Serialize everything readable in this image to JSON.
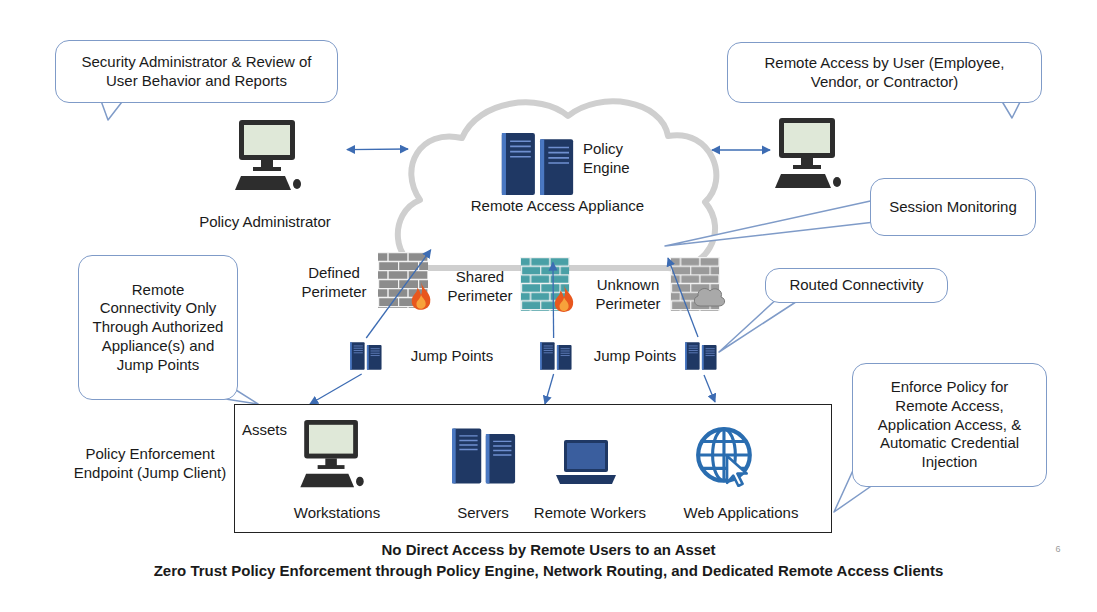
{
  "diagram": {
    "nodes": [
      {
        "text": [
          "Security Administrator & Review of User Behavior and Reports"
        ]
      },
      {
        "text": [
          "Policy Administrator"
        ]
      },
      {
        "text": [
          "Policy Engine",
          "Remote Access Appliance"
        ]
      },
      {
        "text": [
          "Remote Access by User (Employee, Vendor, or Contractor)"
        ]
      },
      {
        "text": [
          "Session Monitoring"
        ]
      },
      {
        "text": [
          "Remote Connectivity Only Through Authorized Appliance(s) and Jump Points"
        ]
      },
      {
        "text": [
          "Defined Perimeter"
        ]
      },
      {
        "text": [
          "Shared Perimeter"
        ]
      },
      {
        "text": [
          "Unknown Perimeter"
        ]
      },
      {
        "text": [
          "Jump Points"
        ]
      },
      {
        "text": [
          "Jump Points"
        ]
      },
      {
        "text": [
          "Routed Connectivity"
        ]
      },
      {
        "text": [
          "Enforce Policy for Remote Access, Application Access, & Automatic Credential Injection"
        ]
      },
      {
        "text": [
          "Assets"
        ]
      },
      {
        "text": [
          "Workstations"
        ],
        "in": 13
      },
      {
        "text": [
          "Servers"
        ],
        "in": 13
      },
      {
        "text": [
          "Remote Workers"
        ],
        "in": 13
      },
      {
        "text": [
          "Web Applications"
        ],
        "in": 13
      }
    ],
    "edges": [
      {
        "from": 1,
        "to": 2,
        "arrow": "both"
      },
      {
        "from": 9,
        "to": 2,
        "arrow": "to"
      },
      {
        "from": 10,
        "to": 2,
        "arrow": "to"
      },
      {
        "from": 9,
        "to": 13,
        "arrow": "to"
      },
      {
        "from": 10,
        "to": 13,
        "arrow": "to"
      }
    ],
    "labels": [
      "Policy Enforcement Endpoint (Jump Client)",
      "No Direct Access by Remote Users to an Asset",
      "Zero Trust Policy Enforcement through Policy Engine, Network Routing, and Dedicated Remote Access Clients",
      "6"
    ]
  }
}
